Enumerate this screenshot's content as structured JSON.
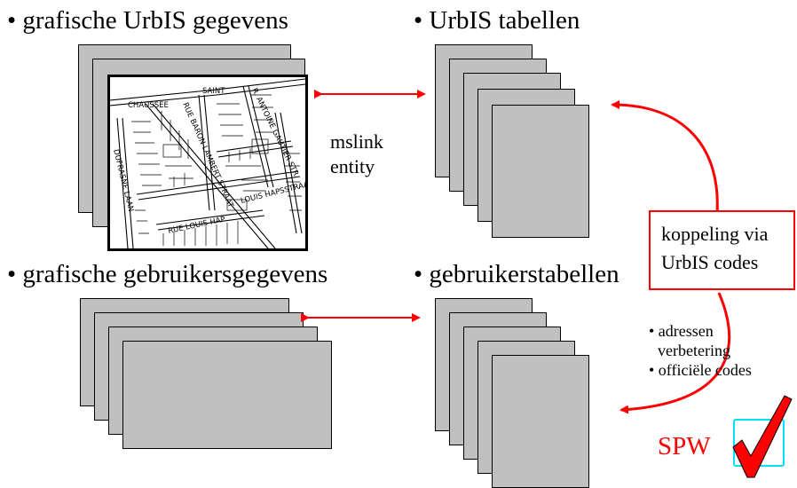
{
  "headings": {
    "graphic_urbis": "• grafische UrbIS gegevens",
    "urbis_tables": "• UrbIS tabellen",
    "graphic_user": "• grafische gebruikersgegevens",
    "user_tables": "• gebruikerstabellen"
  },
  "link_label": {
    "line1": "mslink",
    "line2": "entity"
  },
  "coupling_box": {
    "line1": "koppeling via",
    "line2": "UrbIS codes"
  },
  "benefits": [
    "• adressen",
    "verbetering",
    "• officiële codes"
  ],
  "spw_label": "SPW",
  "map": {
    "streets": [
      "CHAUSSEE",
      "SAINT",
      "R. ANTOINE GAUTIER STR.",
      "RUE BARON LAMBERT STRAAT",
      "DUFRASNE LAAN",
      "LOUIS HAPSSTRAAT",
      "RUE LOUIS HAP"
    ]
  },
  "colors": {
    "sheet": "#c0c0c0",
    "arrow": "#ff0000",
    "box_border": "#ff0000",
    "checkbox_border": "#00e0ff",
    "checkmark": "#ff0000"
  }
}
